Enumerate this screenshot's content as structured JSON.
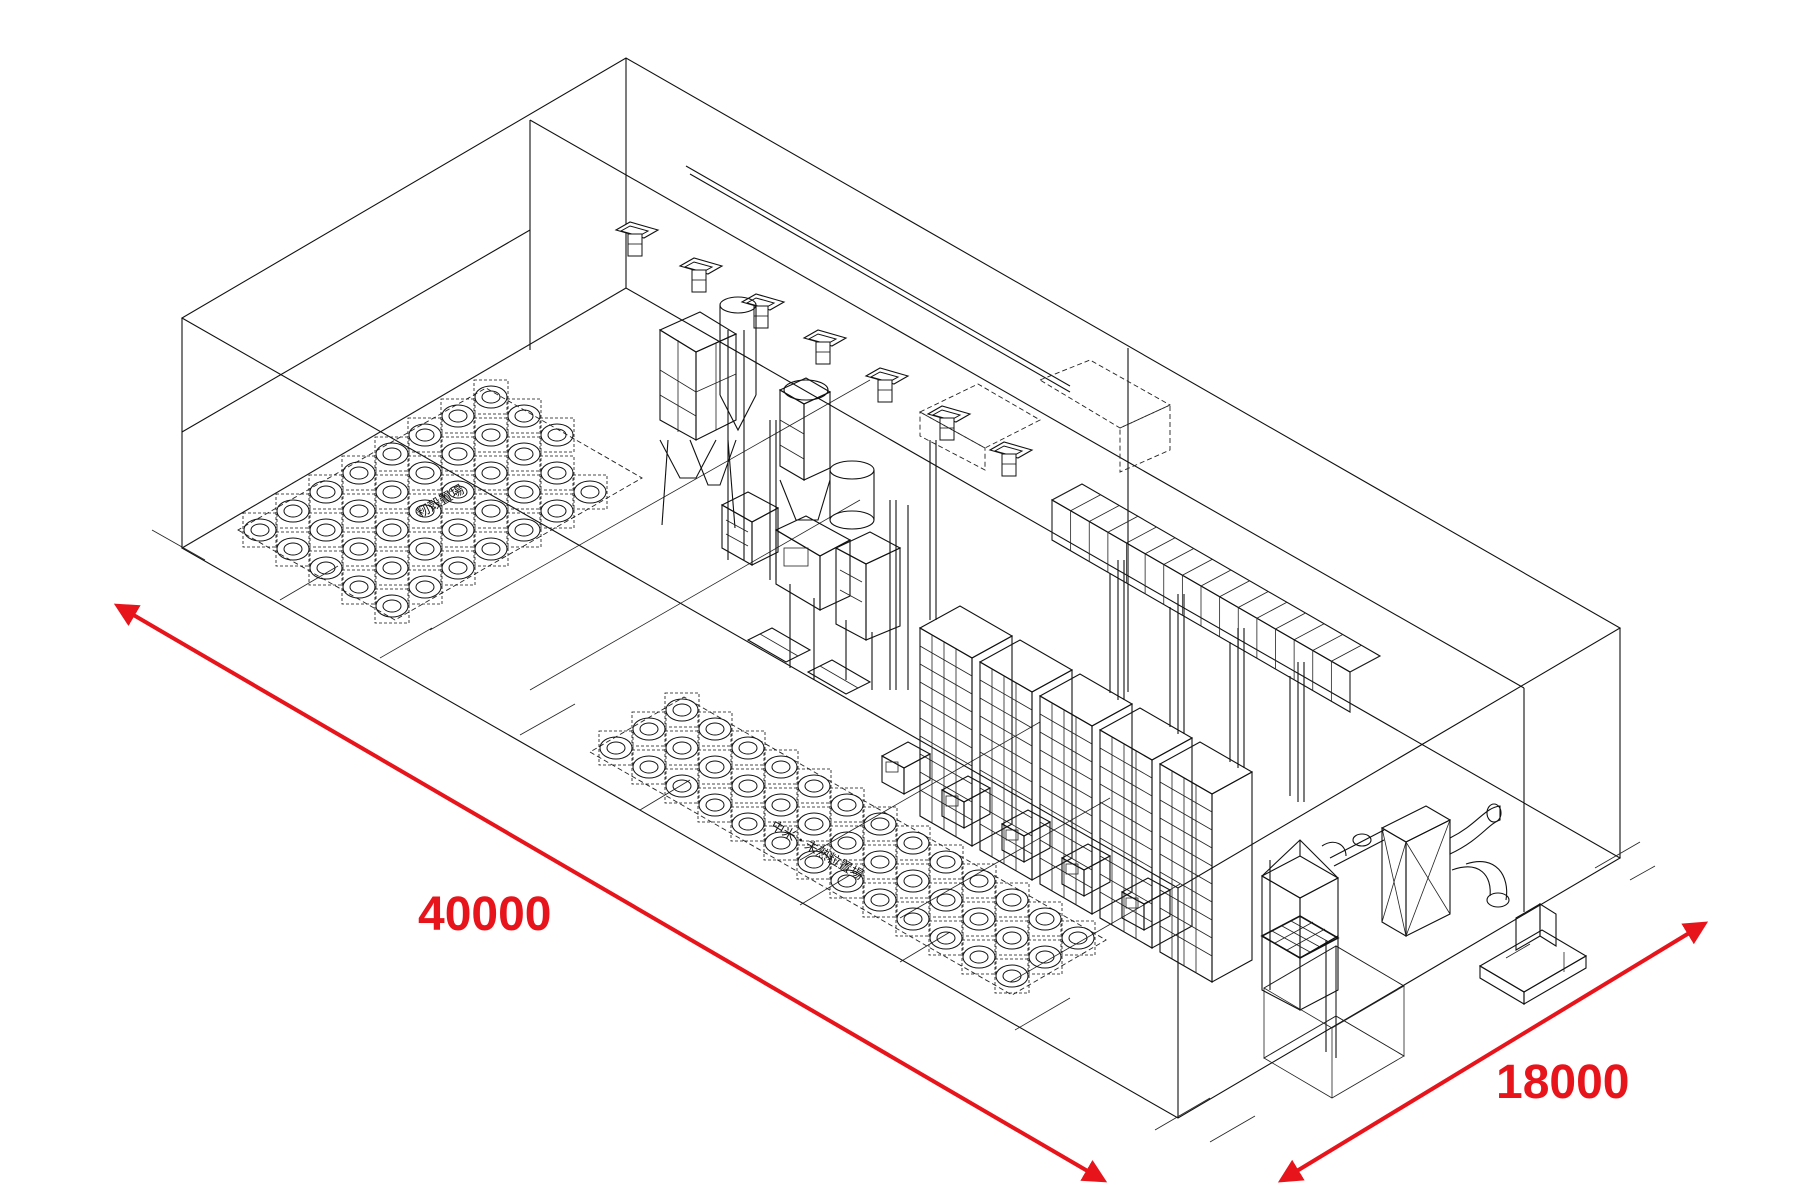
{
  "drawing": {
    "dimensions": {
      "length": "40000",
      "width": "18000",
      "color": "#e8141b"
    },
    "zone_labels": {
      "upper_storage": "籾殻置場",
      "lower_storage": "中米・未熟粒置場"
    },
    "line_color": "#111111",
    "background": "#ffffff"
  }
}
